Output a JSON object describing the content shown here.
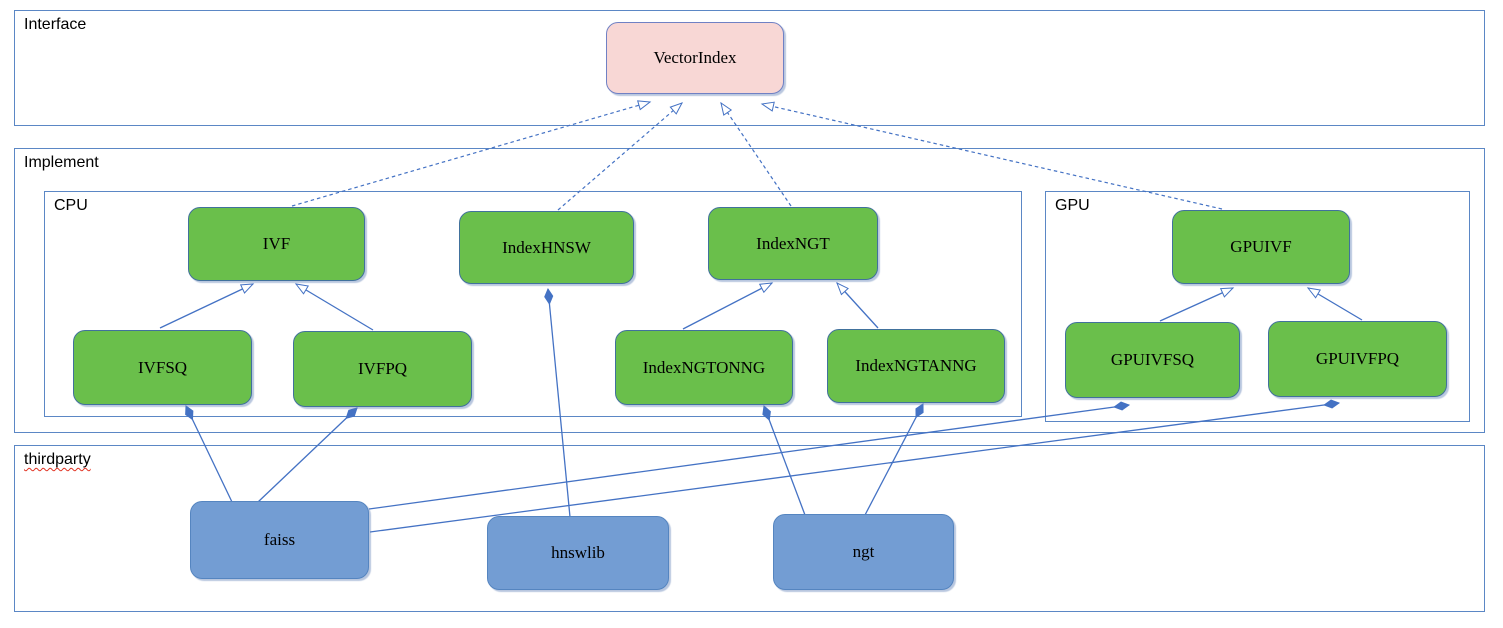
{
  "colors": {
    "container-border": "#5b87c5",
    "edge": "#4472c4",
    "node-green-fill": "#6abf4b",
    "node-green-border": "#41719c",
    "node-pink-fill": "#f8d7d5",
    "node-pink-border": "#7081c4",
    "node-blue-fill": "#739dd3",
    "node-blue-border": "#5585c0",
    "label-color": "#000000",
    "squiggle": "#e03020"
  },
  "containers": {
    "interface": {
      "label": "Interface"
    },
    "implement": {
      "label": "Implement"
    },
    "cpu": {
      "label": "CPU"
    },
    "gpu": {
      "label": "GPU"
    },
    "thirdparty": {
      "label": "thirdparty"
    }
  },
  "nodes": {
    "vectorindex": {
      "label": "VectorIndex",
      "kind": "interface"
    },
    "ivf": {
      "label": "IVF",
      "kind": "cpu-class"
    },
    "indexhnsw": {
      "label": "IndexHNSW",
      "kind": "cpu-class"
    },
    "indexngt": {
      "label": "IndexNGT",
      "kind": "cpu-class"
    },
    "ivfsq": {
      "label": "IVFSQ",
      "kind": "cpu-class"
    },
    "ivfpq": {
      "label": "IVFPQ",
      "kind": "cpu-class"
    },
    "indexngtonng": {
      "label": "IndexNGTONNG",
      "kind": "cpu-class"
    },
    "indexngtanng": {
      "label": "IndexNGTANNG",
      "kind": "cpu-class"
    },
    "gpuivf": {
      "label": "GPUIVF",
      "kind": "gpu-class"
    },
    "gpuivfsq": {
      "label": "GPUIVFSQ",
      "kind": "gpu-class"
    },
    "gpuivfpq": {
      "label": "GPUIVFPQ",
      "kind": "gpu-class"
    },
    "faiss": {
      "label": "faiss",
      "kind": "thirdparty-lib"
    },
    "hnswlib": {
      "label": "hnswlib",
      "kind": "thirdparty-lib"
    },
    "ngt": {
      "label": "ngt",
      "kind": "thirdparty-lib"
    }
  },
  "edges": [
    {
      "from": "IVF",
      "to": "VectorIndex",
      "type": "realization"
    },
    {
      "from": "IndexHNSW",
      "to": "VectorIndex",
      "type": "realization"
    },
    {
      "from": "IndexNGT",
      "to": "VectorIndex",
      "type": "realization"
    },
    {
      "from": "GPUIVF",
      "to": "VectorIndex",
      "type": "realization"
    },
    {
      "from": "IVFSQ",
      "to": "IVF",
      "type": "generalization"
    },
    {
      "from": "IVFPQ",
      "to": "IVF",
      "type": "generalization"
    },
    {
      "from": "IndexNGTONNG",
      "to": "IndexNGT",
      "type": "generalization"
    },
    {
      "from": "IndexNGTANNG",
      "to": "IndexNGT",
      "type": "generalization"
    },
    {
      "from": "GPUIVFSQ",
      "to": "GPUIVF",
      "type": "generalization"
    },
    {
      "from": "GPUIVFPQ",
      "to": "GPUIVF",
      "type": "generalization"
    },
    {
      "from": "IndexHNSW",
      "to": "hnswlib",
      "type": "composition"
    },
    {
      "from": "IVFSQ",
      "to": "faiss",
      "type": "composition"
    },
    {
      "from": "IVFPQ",
      "to": "faiss",
      "type": "composition"
    },
    {
      "from": "IndexNGTONNG",
      "to": "ngt",
      "type": "composition"
    },
    {
      "from": "IndexNGTANNG",
      "to": "ngt",
      "type": "composition"
    },
    {
      "from": "GPUIVFSQ",
      "to": "faiss",
      "type": "composition"
    },
    {
      "from": "GPUIVFPQ",
      "to": "faiss",
      "type": "composition"
    }
  ]
}
